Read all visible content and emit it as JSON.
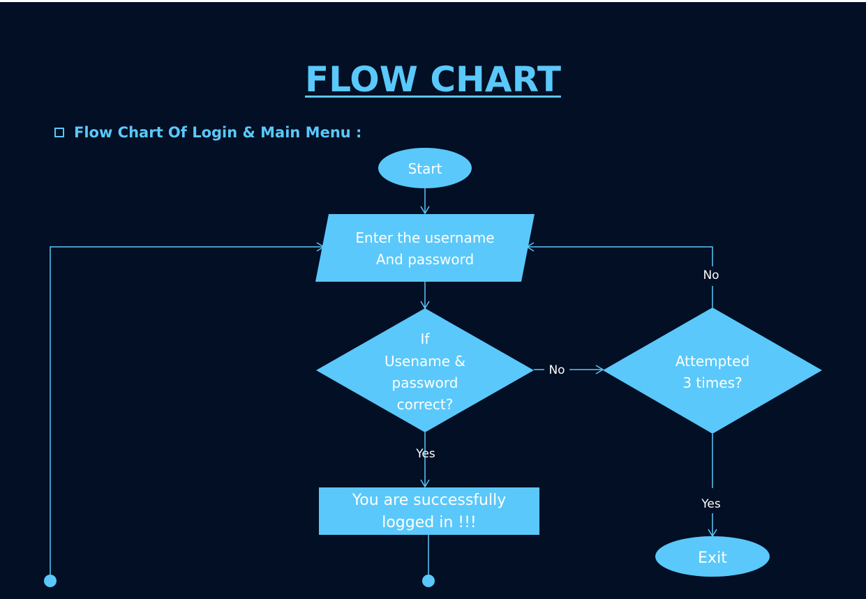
{
  "title": "FLOW CHART",
  "subtitle": "Flow Chart  Of  Login & Main Menu :",
  "colors": {
    "background": "#020f24",
    "accent": "#5ac8fa",
    "shape_text": "#ffffff"
  },
  "nodes": {
    "start": {
      "lines": [
        "Start"
      ]
    },
    "input": {
      "lines": [
        "Enter the username",
        "And password"
      ]
    },
    "check": {
      "lines": [
        "If",
        "Usename &",
        "password",
        "correct?"
      ]
    },
    "attempts": {
      "lines": [
        "Attempted",
        "3 times?"
      ]
    },
    "success": {
      "lines": [
        "You are successfully",
        "logged in !!!"
      ]
    },
    "exit": {
      "lines": [
        "Exit"
      ]
    }
  },
  "edge_labels": {
    "no_to_attempts": "No",
    "no_back_to_input": "No",
    "yes_to_success": "Yes",
    "yes_to_exit": "Yes"
  }
}
